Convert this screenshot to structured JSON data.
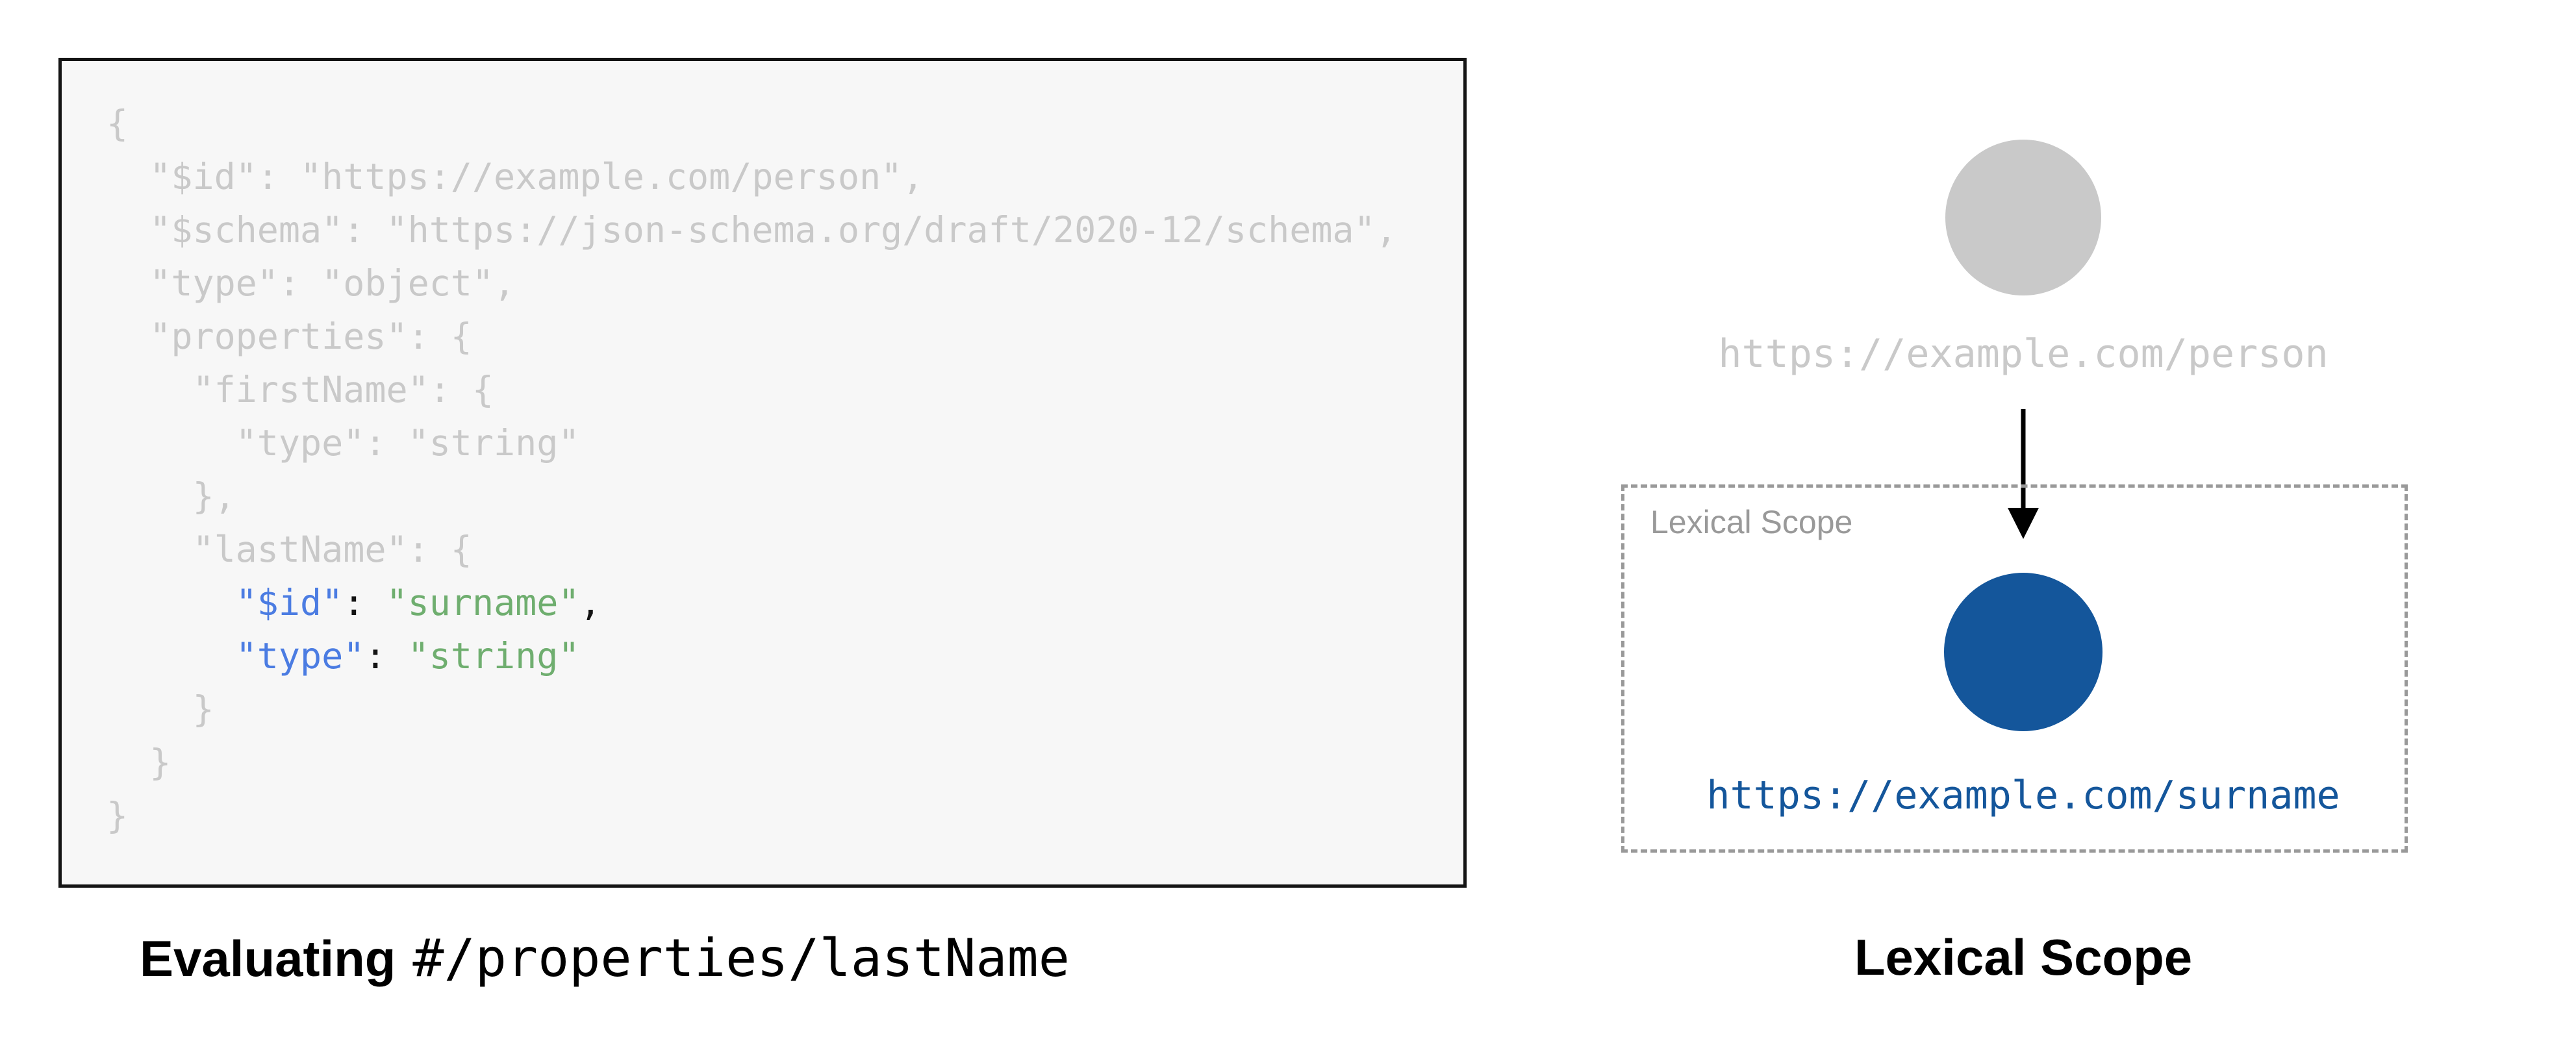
{
  "code_panel": {
    "lines": [
      [
        {
          "t": "{",
          "c": "muted"
        }
      ],
      [
        {
          "t": "  \"$id\": \"https://example.com/person\",",
          "c": "muted"
        }
      ],
      [
        {
          "t": "  \"$schema\": \"https://json-schema.org/draft/2020-12/schema\",",
          "c": "muted"
        }
      ],
      [
        {
          "t": "  \"type\": \"object\",",
          "c": "muted"
        }
      ],
      [
        {
          "t": "  \"properties\": {",
          "c": "muted"
        }
      ],
      [
        {
          "t": "    \"firstName\": {",
          "c": "muted"
        }
      ],
      [
        {
          "t": "      \"type\": \"string\"",
          "c": "muted"
        }
      ],
      [
        {
          "t": "    },",
          "c": "muted"
        }
      ],
      [
        {
          "t": "    \"lastName\": {",
          "c": "muted"
        }
      ],
      [
        {
          "t": "      ",
          "c": "muted"
        },
        {
          "t": "\"$id\"",
          "c": "key"
        },
        {
          "t": ": ",
          "c": "plain"
        },
        {
          "t": "\"surname\"",
          "c": "string"
        },
        {
          "t": ",",
          "c": "plain"
        }
      ],
      [
        {
          "t": "      ",
          "c": "muted"
        },
        {
          "t": "\"type\"",
          "c": "key"
        },
        {
          "t": ": ",
          "c": "plain"
        },
        {
          "t": "\"string\"",
          "c": "string"
        }
      ],
      [
        {
          "t": "    }",
          "c": "muted"
        }
      ],
      [
        {
          "t": "  }",
          "c": "muted"
        }
      ],
      [
        {
          "t": "}",
          "c": "muted"
        }
      ]
    ],
    "caption_bold": "Evaluating",
    "caption_code": "#/properties/lastName"
  },
  "diagram_panel": {
    "parent_node_url": "https://example.com/person",
    "scope_box_label": "Lexical Scope",
    "child_node_url": "https://example.com/surname",
    "caption": "Lexical Scope"
  },
  "colors": {
    "code_muted": "#C9C9C9",
    "code_key_blue": "#4B7CE2",
    "code_string_green": "#6FAE6F",
    "code_plain_black": "#141414",
    "node_gray": "#C9C9C9",
    "node_blue": "#14569B",
    "scope_border_gray": "#999999"
  }
}
